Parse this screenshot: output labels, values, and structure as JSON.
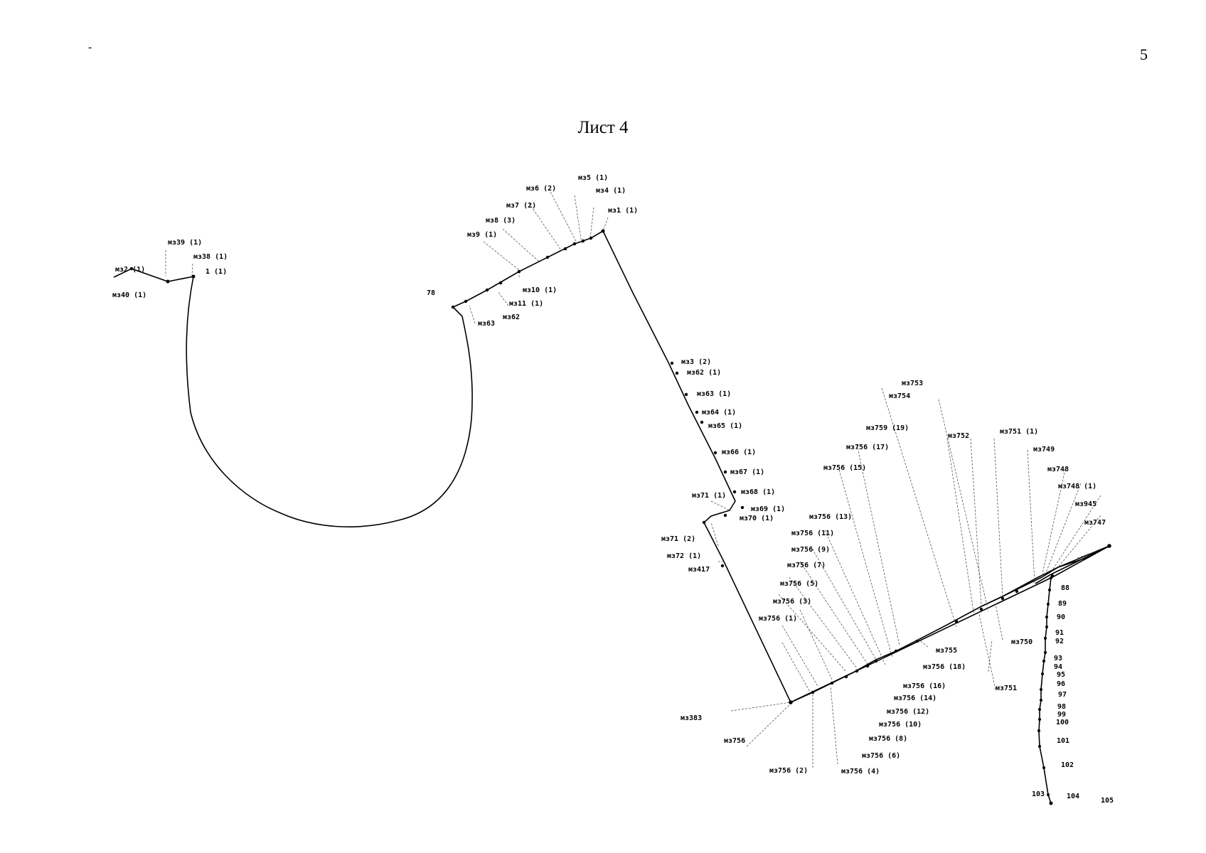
{
  "page_number": "5",
  "sheet_title": "Лист 4",
  "stray_mark": "-",
  "labels": {
    "mz2": "мз2 (1)",
    "mz40": "мз40 (1)",
    "mz39": "мз39 (1)",
    "mz38": "мз38 (1)",
    "pt1": "1 (1)",
    "mz5": "мз5 (1)",
    "mz6": "мз6 (2)",
    "mz4": "мз4 (1)",
    "mz1": "мз1 (1)",
    "mz7": "мз7 (2)",
    "mz8": "мз8 (3)",
    "mz9": "мз9 (1)",
    "pt78": "78",
    "mz10": "мз10 (1)",
    "mz11": "мз11 (1)",
    "mz62b": "мз62",
    "mz63b": "мз63",
    "mz3": "мз3 (2)",
    "mz62": "мз62 (1)",
    "mz63": "мз63 (1)",
    "mz64": "мз64 (1)",
    "mz65": "мз65 (1)",
    "mz66": "мз66 (1)",
    "mz67": "мз67 (1)",
    "mz68": "мз68 (1)",
    "mz69": "мз69 (1)",
    "mz70": "мз70 (1)",
    "mz71a": "мз71 (1)",
    "mz71b": "мз71 (2)",
    "mz72": "мз72 (1)",
    "mz417": "мз417",
    "mz753": "мз753",
    "mz754": "мз754",
    "mz759": "мз759 (19)",
    "mz752": "мз752",
    "mz751_1": "мз751 (1)",
    "mz749": "мз749",
    "mz748": "мз748",
    "mz748_1": "мз748 (1)",
    "mz945": "мз945",
    "mz747": "мз747",
    "mz756_17": "мз756 (17)",
    "mz756_15": "мз756 (15)",
    "mz756_13": "мз756 (13)",
    "mz756_11": "мз756 (11)",
    "mz756_9": "мз756 (9)",
    "mz756_7": "мз756 (7)",
    "mz756_5": "мз756 (5)",
    "mz756_3": "мз756 (3)",
    "mz756_1": "мз756 (1)",
    "mz383": "мз383",
    "mz756": "мз756",
    "mz756_2": "мз756 (2)",
    "mz756_4": "мз756 (4)",
    "mz756_6": "мз756 (6)",
    "mz756_8": "мз756 (8)",
    "mz756_10": "мз756 (10)",
    "mz756_12": "мз756 (12)",
    "mz756_14": "мз756 (14)",
    "mz756_16": "мз756 (16)",
    "mz756_18": "мз756 (18)",
    "mz755": "мз755",
    "mz750": "мз750",
    "mz751": "мз751",
    "n88": "88",
    "n89": "89",
    "n90": "90",
    "n91": "91",
    "n92": "92",
    "n93": "93",
    "n94": "94",
    "n95": "95",
    "n96": "96",
    "n97": "97",
    "n98": "98",
    "n99": "99",
    "n100": "100",
    "n101": "101",
    "n102": "102",
    "n103": "103",
    "n104": "104",
    "n105": "105"
  }
}
